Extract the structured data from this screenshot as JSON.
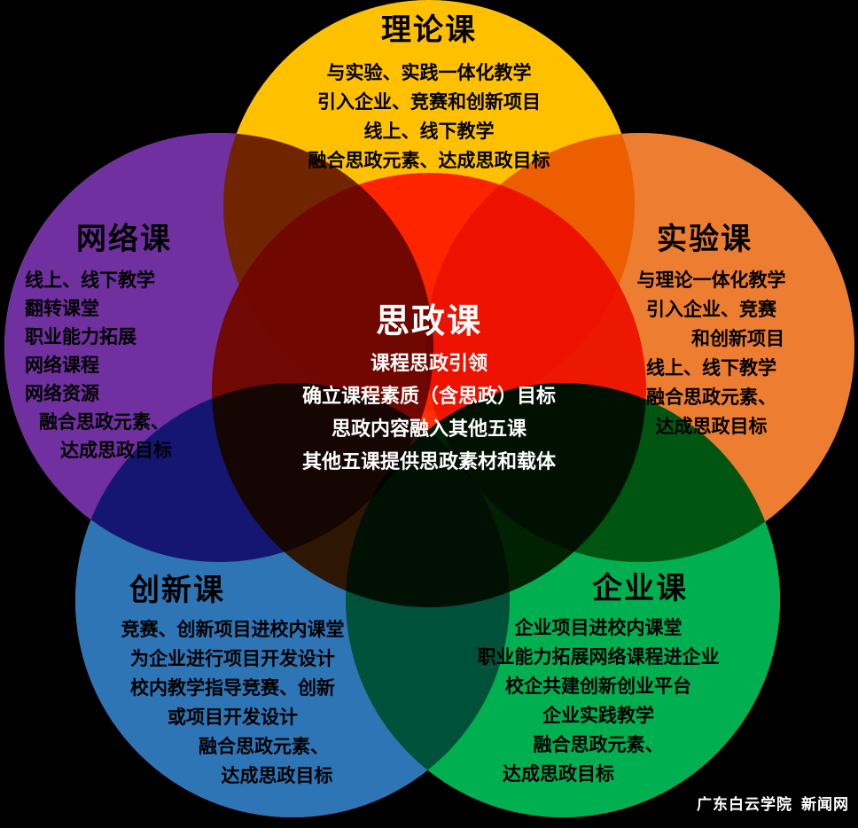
{
  "groups": {
    "theory": {
      "title": "理论课",
      "color": "#FFC000",
      "lines": [
        "与实验、实践一体化教学",
        "引入企业、竞赛和创新项目",
        "线上、线下教学",
        "融合思政元素、达成思政目标"
      ]
    },
    "network": {
      "title": "网络课",
      "color": "#7030A0",
      "lines": [
        "线上、线下教学",
        "翻转课堂",
        "职业能力拓展",
        "网络课程",
        "网络资源",
        "融合思政元素、",
        "达成思政目标"
      ]
    },
    "experiment": {
      "title": "实验课",
      "color": "#ED7D31",
      "lines": [
        "与理论一体化教学",
        "引入企业、竞赛",
        "和创新项目",
        "线上、线下教学",
        "融合思政元素、",
        "达成思政目标"
      ]
    },
    "ideology": {
      "title": "思政课",
      "color": "#FF3005",
      "lines": [
        "课程思政引领",
        "确立课程素质（含思政）目标",
        "思政内容融入其他五课",
        "其他五课提供思政素材和载体"
      ]
    },
    "innovation": {
      "title": "创新课",
      "color": "#2E75B6",
      "lines": [
        "竞赛、创新项目进校内课堂",
        "为企业进行项目开发设计",
        "校内教学指导竞赛、创新",
        "或项目开发设计",
        "融合思政元素、",
        "达成思政目标"
      ]
    },
    "enterprise": {
      "title": "企业课",
      "color": "#00B050",
      "lines": [
        "企业项目进校内课堂",
        "职业能力拓展网络课程进企业",
        "校企共建创新创业平台",
        "企业实践教学",
        "融合思政元素、",
        "达成思政目标"
      ]
    }
  },
  "watermark": {
    "org": "广东白云学院",
    "site": "新闻网"
  }
}
